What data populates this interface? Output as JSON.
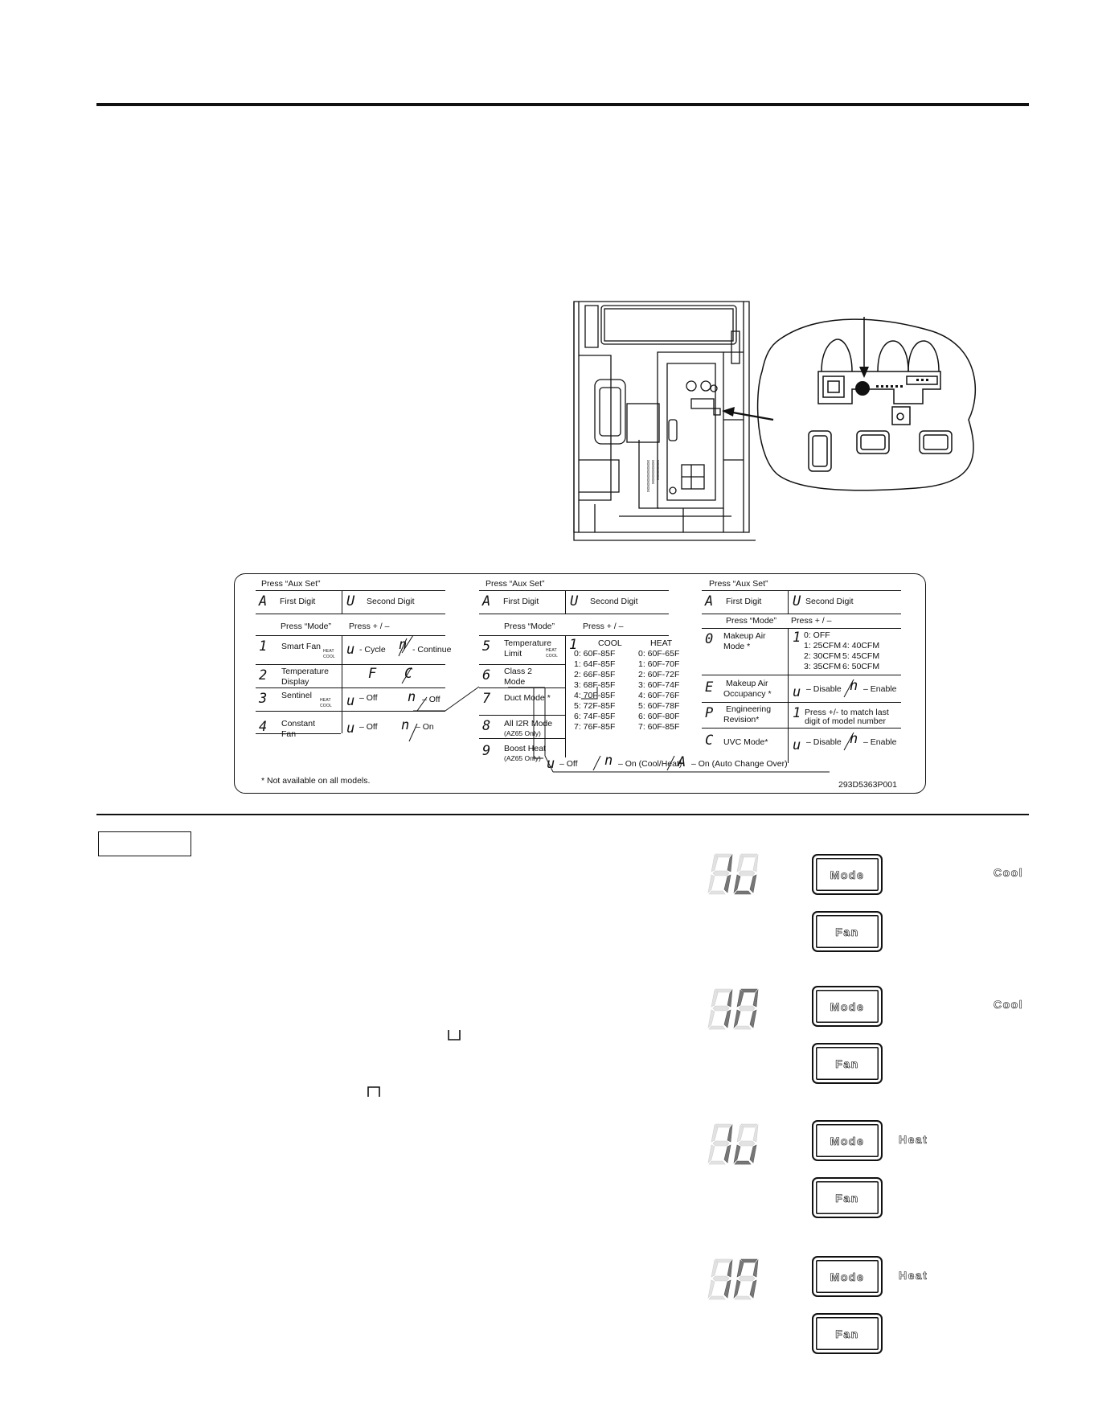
{
  "aux_card": {
    "col1": {
      "press_aux": "Press “Aux Set”",
      "first_digit_glyph": "A",
      "first_digit": "First Digit",
      "second_digit_glyph": "U",
      "second_digit": "Second Digit",
      "press_mode": "Press “Mode”",
      "press_plus": "Press + / –",
      "rows": [
        {
          "glyph": "1",
          "label": "Smart Fan",
          "ind_heat": "HEAT",
          "ind_cool": "COOL",
          "opt_a_glyph": "u",
          "opt_a": "- Cycle",
          "opt_b_glyph": "n",
          "opt_b": "- Continue"
        },
        {
          "glyph": "2",
          "label1": "Temperature",
          "label2": "Display",
          "opt_a_glyph": "F",
          "opt_b_glyph": "C"
        },
        {
          "glyph": "3",
          "label": "Sentinel",
          "ind_heat": "HEAT",
          "ind_cool": "COOL",
          "opt_a_glyph": "u",
          "opt_a": "– Off",
          "opt_b_glyph": "n",
          "opt_b": "– On"
        },
        {
          "glyph": "4",
          "label1": "Constant",
          "label2": "Fan",
          "opt_a_glyph": "u",
          "opt_a": "– Off",
          "opt_b_glyph": "n",
          "opt_b": "– On"
        }
      ]
    },
    "col2": {
      "press_aux": "Press “Aux Set”",
      "first_digit_glyph": "A",
      "first_digit": "First Digit",
      "second_digit_glyph": "U",
      "second_digit": "Second Digit",
      "press_mode": "Press “Mode”",
      "press_plus": "Press + / –",
      "rows": [
        {
          "glyph": "5",
          "label1": "Temperature",
          "label2": "Limit",
          "ind_heat": "HEAT",
          "ind_cool": "COOL"
        },
        {
          "glyph": "6",
          "label1": "Class 2",
          "label2": "Mode"
        },
        {
          "glyph": "7",
          "label1": "Duct Mode *"
        },
        {
          "glyph": "8",
          "label1": "All I2R Mode",
          "label2": "(AZ65 Only)"
        },
        {
          "glyph": "9",
          "label1": "Boost Heat",
          "label2": "(AZ65 Only)"
        }
      ],
      "limit_glyph": "1",
      "limit_cool": "COOL",
      "limit_heat": "HEAT",
      "limit_rows": [
        [
          "0: 60F-85F",
          "0: 60F-65F"
        ],
        [
          "1: 64F-85F",
          "1: 60F-70F"
        ],
        [
          "2: 66F-85F",
          "2: 60F-72F"
        ],
        [
          "3: 68F-85F",
          "3: 60F-74F"
        ],
        [
          "4: 70F-85F",
          "4: 60F-76F"
        ],
        [
          "5: 72F-85F",
          "5: 60F-78F"
        ],
        [
          "6: 74F-85F",
          "6: 60F-80F"
        ],
        [
          "7: 76F-85F",
          "7: 60F-85F"
        ]
      ],
      "duct_off_glyph": "u",
      "duct_off": "– Off",
      "duct_on_glyph": "n",
      "duct_on": "– On (Cool/Heat)",
      "duct_auto_glyph": "A",
      "duct_auto": "– On (Auto Change Over)"
    },
    "col3": {
      "press_aux": "Press “Aux Set”",
      "first_digit_glyph": "A",
      "first_digit": "First Digit",
      "second_digit_glyph": "U",
      "second_digit": "Second Digit",
      "press_mode": "Press “Mode”",
      "press_plus": "Press + / –",
      "makeup_glyph": "0",
      "makeup1": "Makeup Air",
      "makeup2": "Mode *",
      "makeup_val_glyph": "1",
      "cfm": [
        "0: OFF",
        "1: 25CFM",
        "2: 30CFM",
        "3: 35CFM",
        "4: 40CFM",
        "5: 45CFM",
        "6: 50CFM"
      ],
      "occ_glyph": "E",
      "occ1": "Makeup Air",
      "occ2": "Occupancy *",
      "occ_a_glyph": "u",
      "occ_a": "– Disable",
      "occ_b_glyph": "n",
      "occ_b": "– Enable",
      "eng_glyph": "P",
      "eng1": "Engineering",
      "eng2": "Revision*",
      "eng_val_glyph": "1",
      "eng_val1": "Press +/- to match last",
      "eng_val2": "digit of model number",
      "uvc_glyph": "C",
      "uvc": "UVC Mode*",
      "uvc_a_glyph": "u",
      "uvc_a": "– Disable",
      "uvc_b_glyph": "n",
      "uvc_b": "– Enable"
    },
    "footnote": "* Not available on all models.",
    "part_number": "293D5363P001"
  },
  "controls": [
    {
      "mode_btn": "Mode",
      "fan_btn": "Fan",
      "side_label": "Cool"
    },
    {
      "mode_btn": "Mode",
      "fan_btn": "Fan",
      "side_label": "Cool"
    },
    {
      "mode_btn": "Mode",
      "fan_btn": "Fan",
      "side_label": "Heat"
    },
    {
      "mode_btn": "Mode",
      "fan_btn": "Fan",
      "side_label": "Heat"
    }
  ]
}
